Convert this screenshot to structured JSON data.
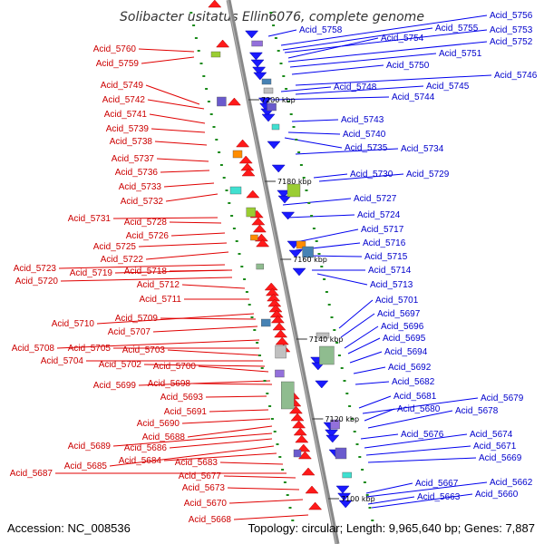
{
  "title": "Solibacter usitatus Ellin6076, complete genome",
  "footer": {
    "accession": "Accession: NC_008536",
    "summary": "Topology: circular; Length: 9,965,640 bp; Genes: 7,887"
  },
  "colors": {
    "left_labels": "#cc0000",
    "right_labels": "#0000cc",
    "backbone": "#7f7f7f",
    "ticks": "#1a8a1a"
  },
  "kbp_marks": [
    "7200 kbp",
    "7180 kbp",
    "7160 kbp",
    "7140 kbp",
    "7120 kbp",
    "7100 kbp"
  ],
  "left_labels": [
    "Acid_5760",
    "Acid_5759",
    "Acid_5749",
    "Acid_5742",
    "Acid_5741",
    "Acid_5739",
    "Acid_5738",
    "Acid_5737",
    "Acid_5736",
    "Acid_5733",
    "Acid_5732",
    "Acid_5731",
    "Acid_5728",
    "Acid_5726",
    "Acid_5725",
    "Acid_5722",
    "Acid_5723",
    "Acid_5719",
    "Acid_5718",
    "Acid_5720",
    "Acid_5712",
    "Acid_5711",
    "Acid_5710",
    "Acid_5709",
    "Acid_5707",
    "Acid_5708",
    "Acid_5705",
    "Acid_5703",
    "Acid_5704",
    "Acid_5702",
    "Acid_5700",
    "Acid_5699",
    "Acid_5698",
    "Acid_5693",
    "Acid_5691",
    "Acid_5690",
    "Acid_5688",
    "Acid_5689",
    "Acid_5686",
    "Acid_5685",
    "Acid_5684",
    "Acid_5683",
    "Acid_5687",
    "Acid_5677",
    "Acid_5673",
    "Acid_5670",
    "Acid_5668"
  ],
  "right_labels": [
    "Acid_5756",
    "Acid_5758",
    "Acid_5755",
    "Acid_5753",
    "Acid_5754",
    "Acid_5752",
    "Acid_5751",
    "Acid_5750",
    "Acid_5746",
    "Acid_5748",
    "Acid_5745",
    "Acid_5744",
    "Acid_5743",
    "Acid_5740",
    "Acid_5735",
    "Acid_5734",
    "Acid_5730",
    "Acid_5729",
    "Acid_5727",
    "Acid_5724",
    "Acid_5717",
    "Acid_5716",
    "Acid_5715",
    "Acid_5714",
    "Acid_5713",
    "Acid_5701",
    "Acid_5697",
    "Acid_5696",
    "Acid_5695",
    "Acid_5694",
    "Acid_5692",
    "Acid_5682",
    "Acid_5681",
    "Acid_5679",
    "Acid_5680",
    "Acid_5678",
    "Acid_5676",
    "Acid_5674",
    "Acid_5671",
    "Acid_5669",
    "Acid_5667",
    "Acid_5662",
    "Acid_5663",
    "Acid_5660"
  ]
}
